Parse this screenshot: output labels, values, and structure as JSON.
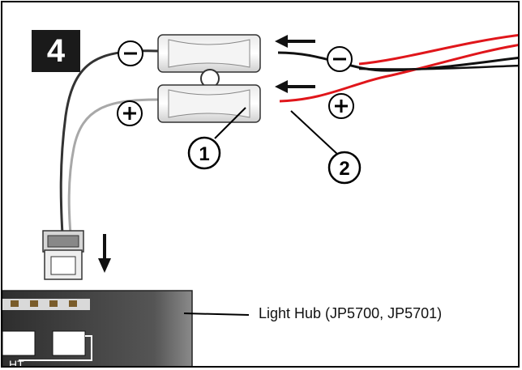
{
  "step": {
    "number": "4"
  },
  "polarity": {
    "minus": "−",
    "plus": "+"
  },
  "callouts": {
    "one": "1",
    "two": "2"
  },
  "hub": {
    "label": "Light Hub (JP5700, JP5701)",
    "partial_text": "HT"
  },
  "colors": {
    "wire_red": "#e0161b",
    "wire_black": "#111111",
    "wire_gray": "#9a9a9a",
    "hub_dark": "#4a4a4a"
  }
}
